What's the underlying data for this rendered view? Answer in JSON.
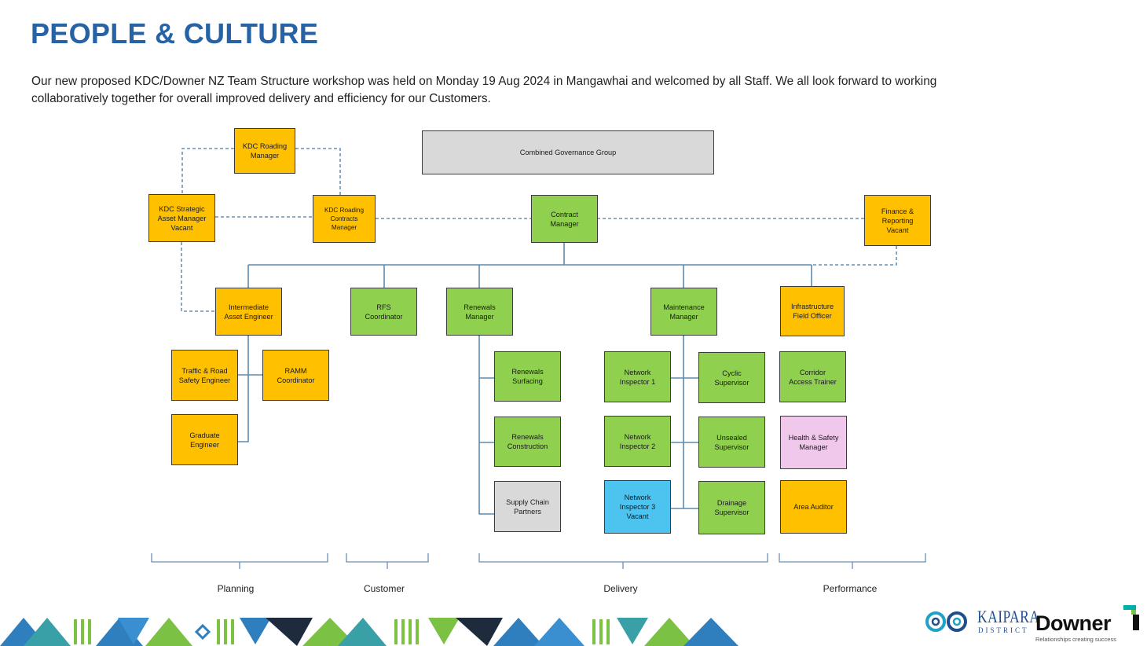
{
  "page": {
    "title": "PEOPLE & CULTURE",
    "intro_line1": "Our new proposed KDC/Downer NZ Team Structure workshop was held on Monday 19 Aug 2024 in Mangawhai and welcomed by all Staff. We all look forward to working",
    "intro_line2": "collaboratively together for overall improved delivery and efficiency for our Customers."
  },
  "colors": {
    "title": "#2563a6",
    "orange": "#ffc000",
    "green": "#8fd14f",
    "grey": "#d9d9d9",
    "blue": "#4dc3f0",
    "pink": "#f0c8ec",
    "solid_connector": "#5b8bb0",
    "dashed_connector": "#4a7aa8"
  },
  "org": {
    "combined_governance": [
      "Combined Governance Group"
    ],
    "kdc_roading_manager": [
      "KDC Roading",
      "Manager"
    ],
    "kdc_strategic_asset_manager": [
      "KDC Strategic",
      "Asset Manager",
      "Vacant"
    ],
    "kdc_roading_contracts_manager": [
      "KDC Roading",
      "Contracts",
      "Manager"
    ],
    "contract_manager": [
      "Contract",
      "Manager"
    ],
    "finance_reporting": [
      "Finance &",
      "Reporting",
      "Vacant"
    ],
    "intermediate_asset_engineer": [
      "Intermediate",
      "Asset Engineer"
    ],
    "rfs_coordinator": [
      "RFS",
      "Coordinator"
    ],
    "renewals_manager": [
      "Renewals",
      "Manager"
    ],
    "maintenance_manager": [
      "Maintenance",
      "Manager"
    ],
    "infrastructure_field_officer": [
      "Infrastructure",
      "Field Officer"
    ],
    "traffic_road_safety_engineer": [
      "Traffic & Road",
      "Safety Engineer"
    ],
    "ramm_coordinator": [
      "RAMM",
      "Coordinator"
    ],
    "graduate_engineer": [
      "Graduate",
      "Engineer"
    ],
    "renewals_surfacing": [
      "Renewals",
      "Surfacing"
    ],
    "renewals_construction": [
      "Renewals",
      "Construction"
    ],
    "supply_chain_partners": [
      "Supply Chain",
      "Partners"
    ],
    "network_inspector_1": [
      "Network",
      "Inspector 1"
    ],
    "network_inspector_2": [
      "Network",
      "Inspector 2"
    ],
    "network_inspector_3": [
      "Network",
      "Inspector 3",
      "Vacant"
    ],
    "cyclic_supervisor": [
      "Cyclic",
      "Supervisor"
    ],
    "unsealed_supervisor": [
      "Unsealed",
      "Supervisor"
    ],
    "drainage_supervisor": [
      "Drainage",
      "Supervisor"
    ],
    "corridor_access_trainer": [
      "Corridor",
      "Access Trainer"
    ],
    "health_safety_manager": [
      "Health & Safety",
      "Manager"
    ],
    "area_auditor": [
      "Area Auditor"
    ]
  },
  "groups": {
    "planning": "Planning",
    "customer": "Customer",
    "delivery": "Delivery",
    "performance": "Performance"
  },
  "logos": {
    "kaipara_name": "KAIPARA",
    "kaipara_sub": "DISTRICT",
    "downer_name": "Downer",
    "downer_tagline": "Relationships creating success"
  }
}
